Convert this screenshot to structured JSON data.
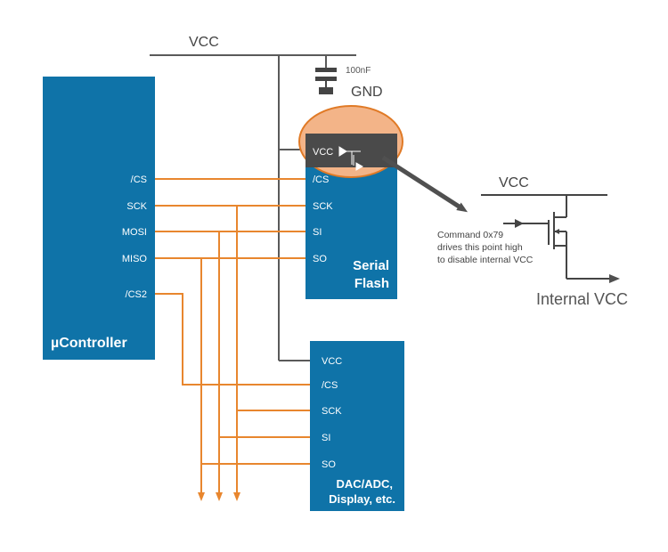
{
  "colors": {
    "block": "#0f73a8",
    "signal": "#e8862e",
    "wire": "#5a5a5a",
    "highlight": "#f3b488",
    "highlight_edge": "#e07a26",
    "inset": "#4a4a4a",
    "text_dark": "#444444",
    "text_light": "#ffffff"
  },
  "labels": {
    "vcc_top": "VCC",
    "cap_value": "100nF",
    "gnd": "GND",
    "vcc_right": "VCC",
    "internal_vcc": "Internal VCC",
    "command_line1": "Command 0x79",
    "command_line2": "drives this point high",
    "command_line3": "to disable internal VCC"
  },
  "microcontroller": {
    "name": "µController",
    "pins": [
      "/CS",
      "SCK",
      "MOSI",
      "MISO",
      "/CS2"
    ]
  },
  "serial_flash": {
    "name_line1": "Serial",
    "name_line2": "Flash",
    "vcc_pin": "VCC",
    "pins": [
      "/CS",
      "SCK",
      "SI",
      "SO"
    ]
  },
  "dac_block": {
    "name_line1": "DAC/ADC,",
    "name_line2": "Display, etc.",
    "pins": [
      "VCC",
      "/CS",
      "SCK",
      "SI",
      "SO"
    ]
  },
  "icons": {
    "arrow": "gray-arrow-icon",
    "capacitor": "capacitor-icon",
    "transistor": "mosfet-icon"
  }
}
